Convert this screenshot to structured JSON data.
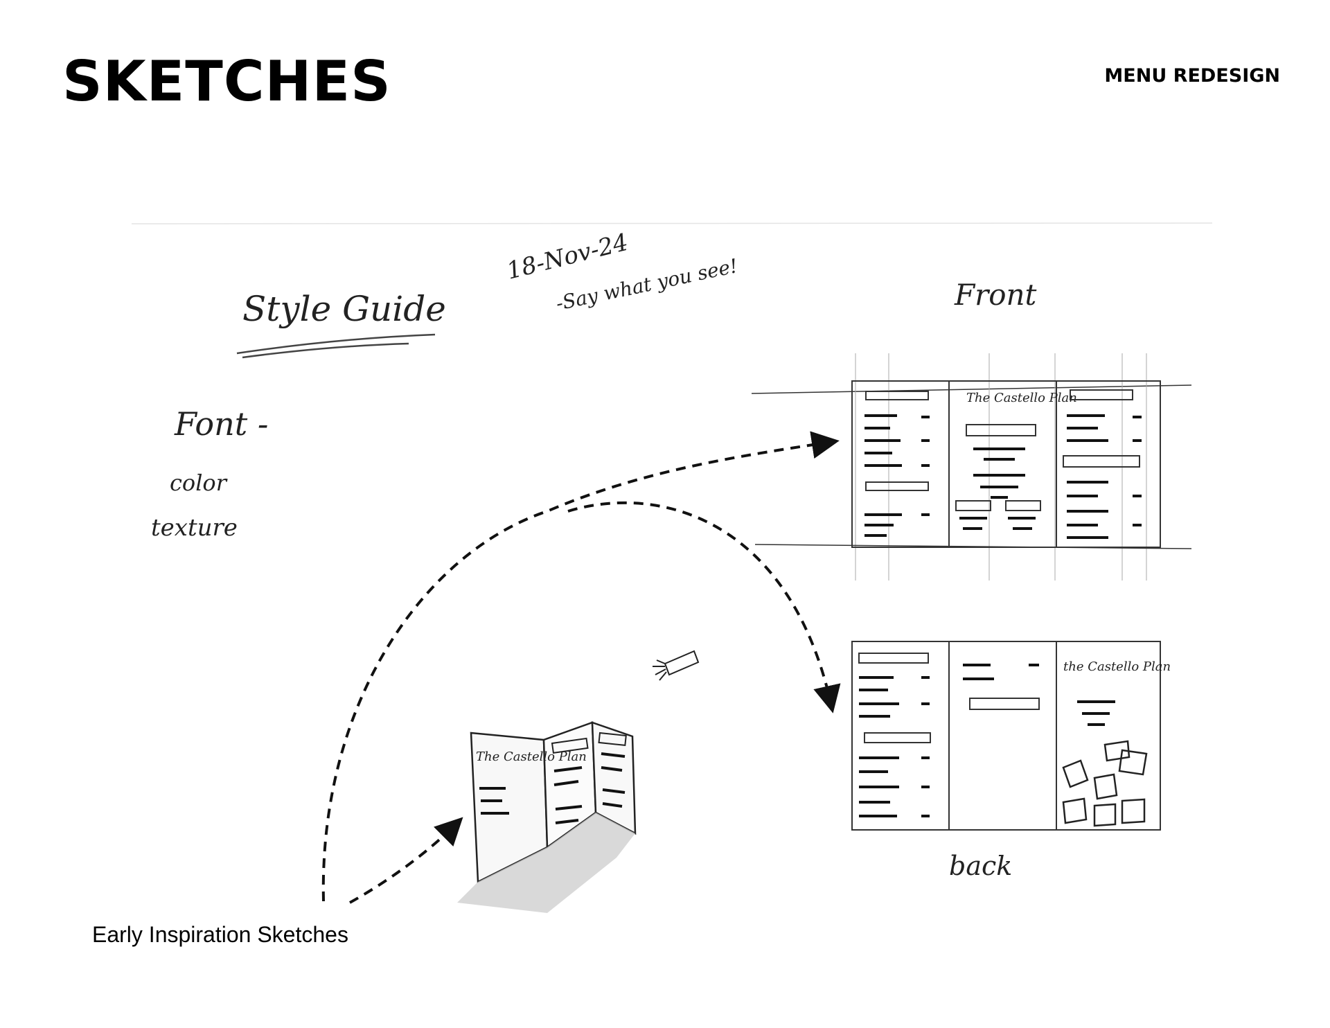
{
  "header": {
    "title": "SKETCHES",
    "section": "MENU REDESIGN"
  },
  "sketch": {
    "notes": {
      "date": "18-Nov-24",
      "tagline": "-Say what you see!",
      "style_guide": "Style Guide",
      "font": "Font -",
      "color": "color",
      "texture": "texture"
    },
    "front_label": "Front",
    "back_label": "back",
    "front_logo": "The Castello Plan",
    "back_logo": "the Castello Plan",
    "brochure_logo": "The Castello Plan"
  },
  "caption": "Early Inspiration Sketches",
  "colors": {
    "ink": "#000000",
    "pencil": "#333333",
    "background": "#ffffff"
  }
}
